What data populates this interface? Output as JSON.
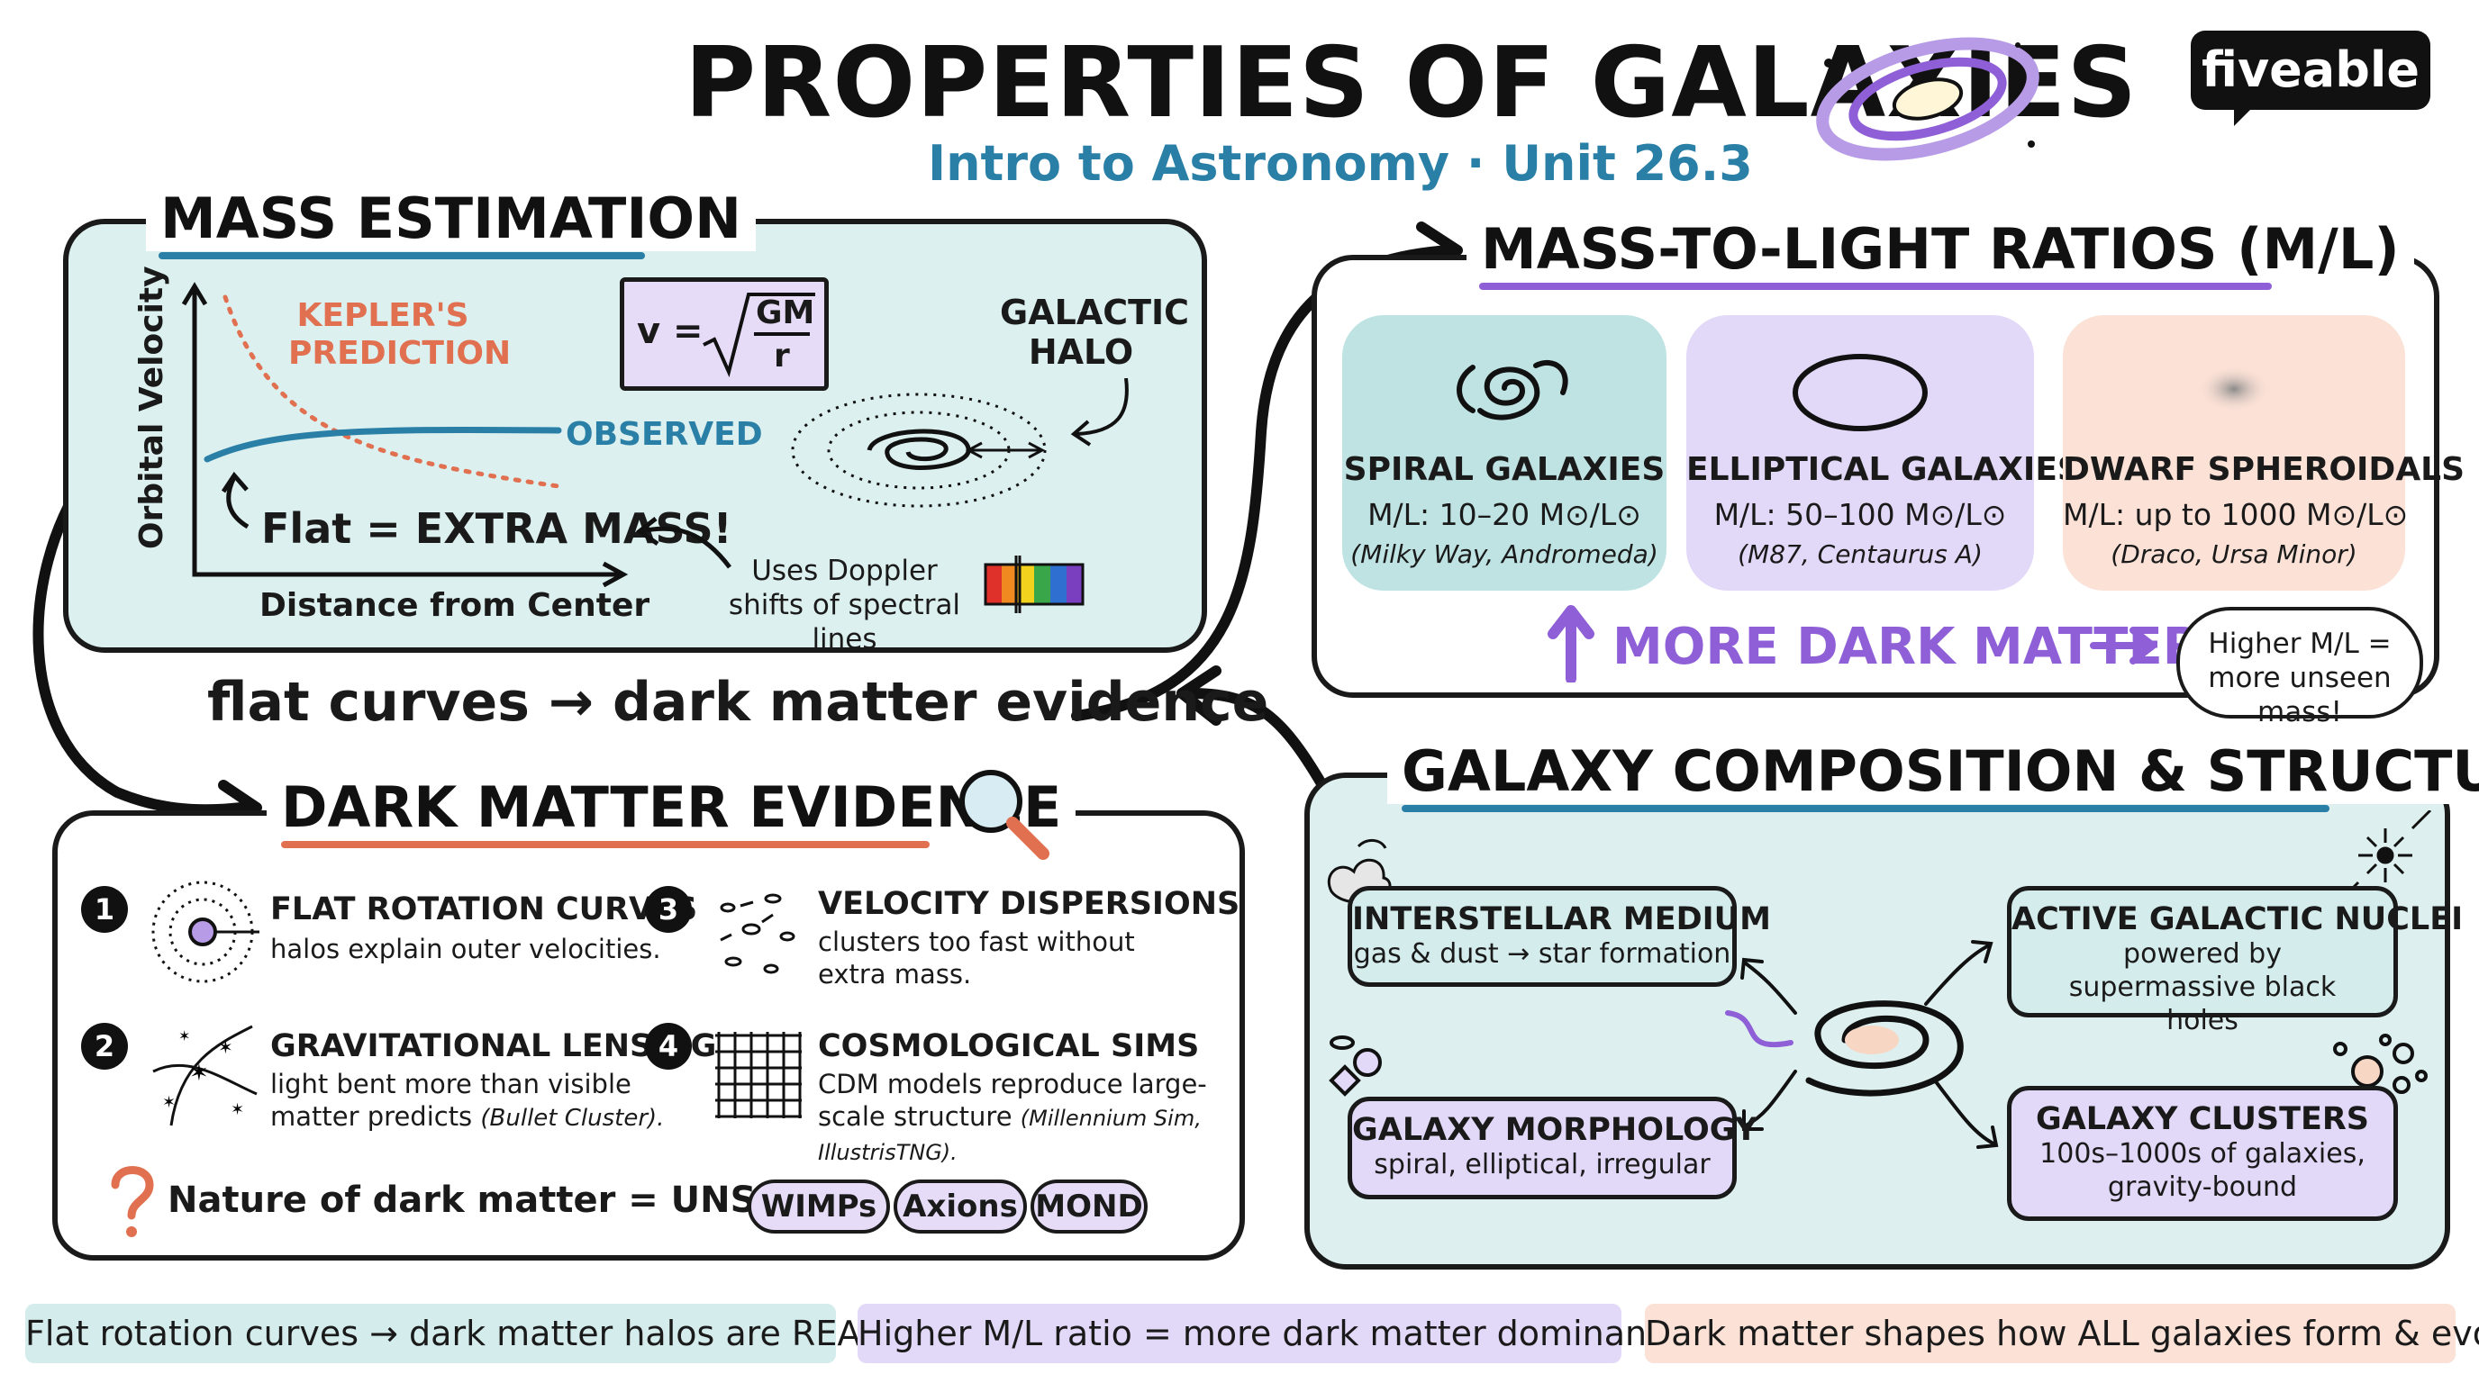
{
  "header": {
    "title": "PROPERTIES OF GALAXIES",
    "subtitle": "Intro to Astronomy · Unit 26.3",
    "brand": "fiveable"
  },
  "mass_estimation": {
    "heading": "MASS ESTIMATION",
    "y_axis": "Orbital Velocity",
    "x_axis": "Distance from Center",
    "kepler": "KEPLER'S PREDICTION",
    "observed": "OBSERVED",
    "flat": "Flat = EXTRA MASS!",
    "formula_lhs": "v =",
    "formula_num": "GM",
    "formula_den": "r",
    "halo": "GALACTIC HALO",
    "doppler": "Uses Doppler shifts of spectral lines"
  },
  "connector": "flat curves → dark matter evidence",
  "mass_to_light": {
    "heading": "MASS-TO-LIGHT RATIOS (M/L)",
    "cards": [
      {
        "name": "SPIRAL GALAXIES",
        "ratio": "M/L: 10–20 M⊙/L⊙",
        "examples": "(Milky Way, Andromeda)"
      },
      {
        "name": "ELLIPTICAL GALAXIES",
        "ratio": "M/L: 50–100 M⊙/L⊙",
        "examples": "(M87, Centaurus A)"
      },
      {
        "name": "DWARF SPHEROIDALS",
        "ratio": "M/L: up to 1000 M⊙/L⊙",
        "examples": "(Draco, Ursa Minor)"
      }
    ],
    "more_dm": "MORE DARK MATTER",
    "callout": "Higher M/L = more unseen mass!"
  },
  "dark_matter": {
    "heading": "DARK MATTER EVIDENCE",
    "items": [
      {
        "num": "1",
        "title": "FLAT ROTATION CURVES",
        "desc": "halos explain outer velocities."
      },
      {
        "num": "2",
        "title": "GRAVITATIONAL LENSING",
        "desc": "light bent more than visible matter predicts",
        "desc_italic": "(Bullet Cluster)."
      },
      {
        "num": "3",
        "title": "VELOCITY DISPERSIONS",
        "desc": "clusters too fast without extra mass."
      },
      {
        "num": "4",
        "title": "COSMOLOGICAL SIMS",
        "desc": "CDM models reproduce large-scale structure",
        "desc_italic": "(Millennium Sim, IllustrisTNG)."
      }
    ],
    "unsolved": "Nature of dark matter = UNSOLVED",
    "pills": [
      "WIMPs",
      "Axions",
      "MOND"
    ]
  },
  "composition": {
    "heading": "GALAXY COMPOSITION & STRUCTURE",
    "nodes": [
      {
        "title": "INTERSTELLAR MEDIUM",
        "desc": "gas & dust → star formation"
      },
      {
        "title": "ACTIVE GALACTIC NUCLEI",
        "desc": "powered by supermassive black holes"
      },
      {
        "title": "GALAXY MORPHOLOGY",
        "desc": "spiral, elliptical, irregular"
      },
      {
        "title": "GALAXY CLUSTERS",
        "desc": "100s–1000s of galaxies, gravity-bound"
      }
    ]
  },
  "footer": [
    "Flat rotation curves → dark matter halos are REAL.",
    "Higher M/L ratio = more dark matter dominance.",
    "Dark matter shapes how ALL galaxies form & evolve."
  ],
  "colors": {
    "teal": "#2a7fa6",
    "coral": "#e07050",
    "purple": "#8e5fd6",
    "mint_bg": "#dcf0ef",
    "lavender_bg": "#e6dcf7",
    "peach_bg": "#fbe1d6"
  }
}
